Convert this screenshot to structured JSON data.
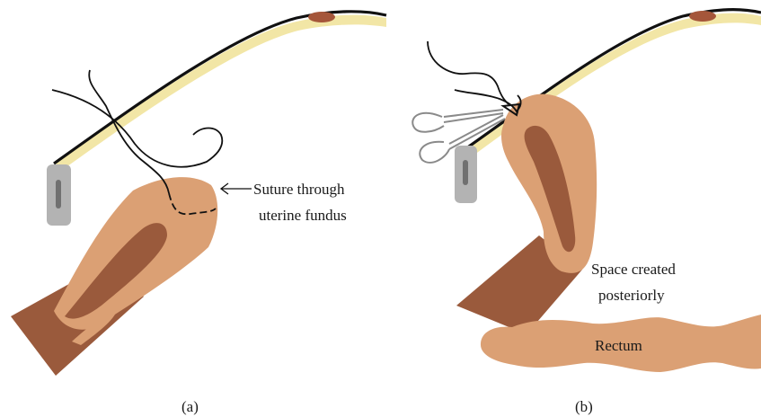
{
  "panels": [
    {
      "id": "a",
      "caption": "(a)",
      "annotations": [
        "Suture through",
        "uterine fundus"
      ]
    },
    {
      "id": "b",
      "caption": "(b)",
      "annotations": [
        "Space created",
        "posteriorly",
        "Rectum"
      ]
    }
  ],
  "colors": {
    "uterus": "#dba074",
    "uterine_cavity": "#9a5a3c",
    "cervix_vagina": "#9a5a3c",
    "abdominal_wall_fill": "#f2e6a6",
    "abdominal_wall_line": "#111111",
    "umbilicus": "#a5563a",
    "trocar": "#b3b3b3",
    "rectum": "#dba074",
    "suture": "#111111",
    "instrument": "#8a8a8a"
  },
  "icons": [
    "trocar-port-icon",
    "grasper-forceps-icon",
    "needle-icon"
  ]
}
